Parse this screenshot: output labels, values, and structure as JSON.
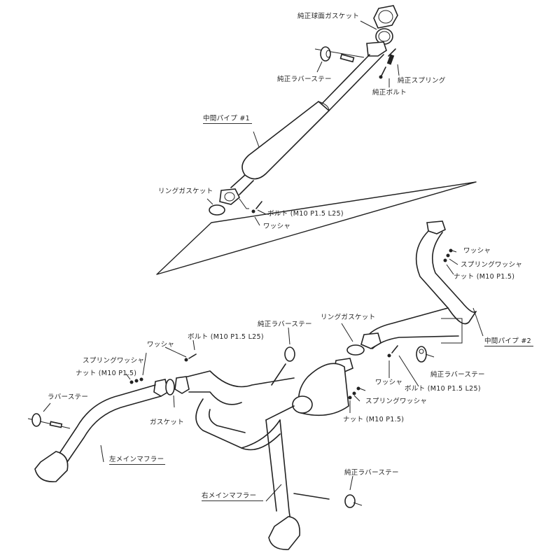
{
  "diagram": {
    "type": "exploded-view exhaust system parts diagram",
    "line_color": "#222222"
  },
  "labels": {
    "oem_spherical_gasket": "純正球面ガスケット",
    "oem_rubber_stay_top": "純正ラバーステー",
    "oem_spring": "純正スプリング",
    "oem_bolt": "純正ボルト",
    "mid_pipe_1": "中間パイプ #1",
    "ring_gasket_top": "リングガスケット",
    "bolt_top": "ボルト (M10 P1.5 L25)",
    "washer_top": "ワッシャ",
    "washer_right": "ワッシャ",
    "spring_washer_right": "スプリングワッシャ",
    "nut_right": "ナット (M10 P1.5)",
    "oem_rubber_stay_mid": "純正ラバーステー",
    "ring_gasket_mid": "リングガスケット",
    "mid_pipe_2": "中間パイプ #2",
    "bolt_left": "ボルト (M10 P1.5 L25)",
    "washer_left": "ワッシャ",
    "spring_washer_left": "スプリングワッシャ",
    "nut_left": "ナット (M10 P1.5)",
    "oem_rubber_stay_right": "純正ラバーステー",
    "washer_mid": "ワッシャ",
    "bolt_mid": "ボルト (M10 P1.5 L25)",
    "spring_washer_mid": "スプリングワッシャ",
    "nut_mid": "ナット (M10 P1.5)",
    "rubber_stay_left": "ラバーステー",
    "gasket_left": "ガスケット",
    "left_main_muffler": "左メインマフラー",
    "right_main_muffler": "右メインマフラー",
    "oem_rubber_stay_bottom": "純正ラバーステー"
  }
}
